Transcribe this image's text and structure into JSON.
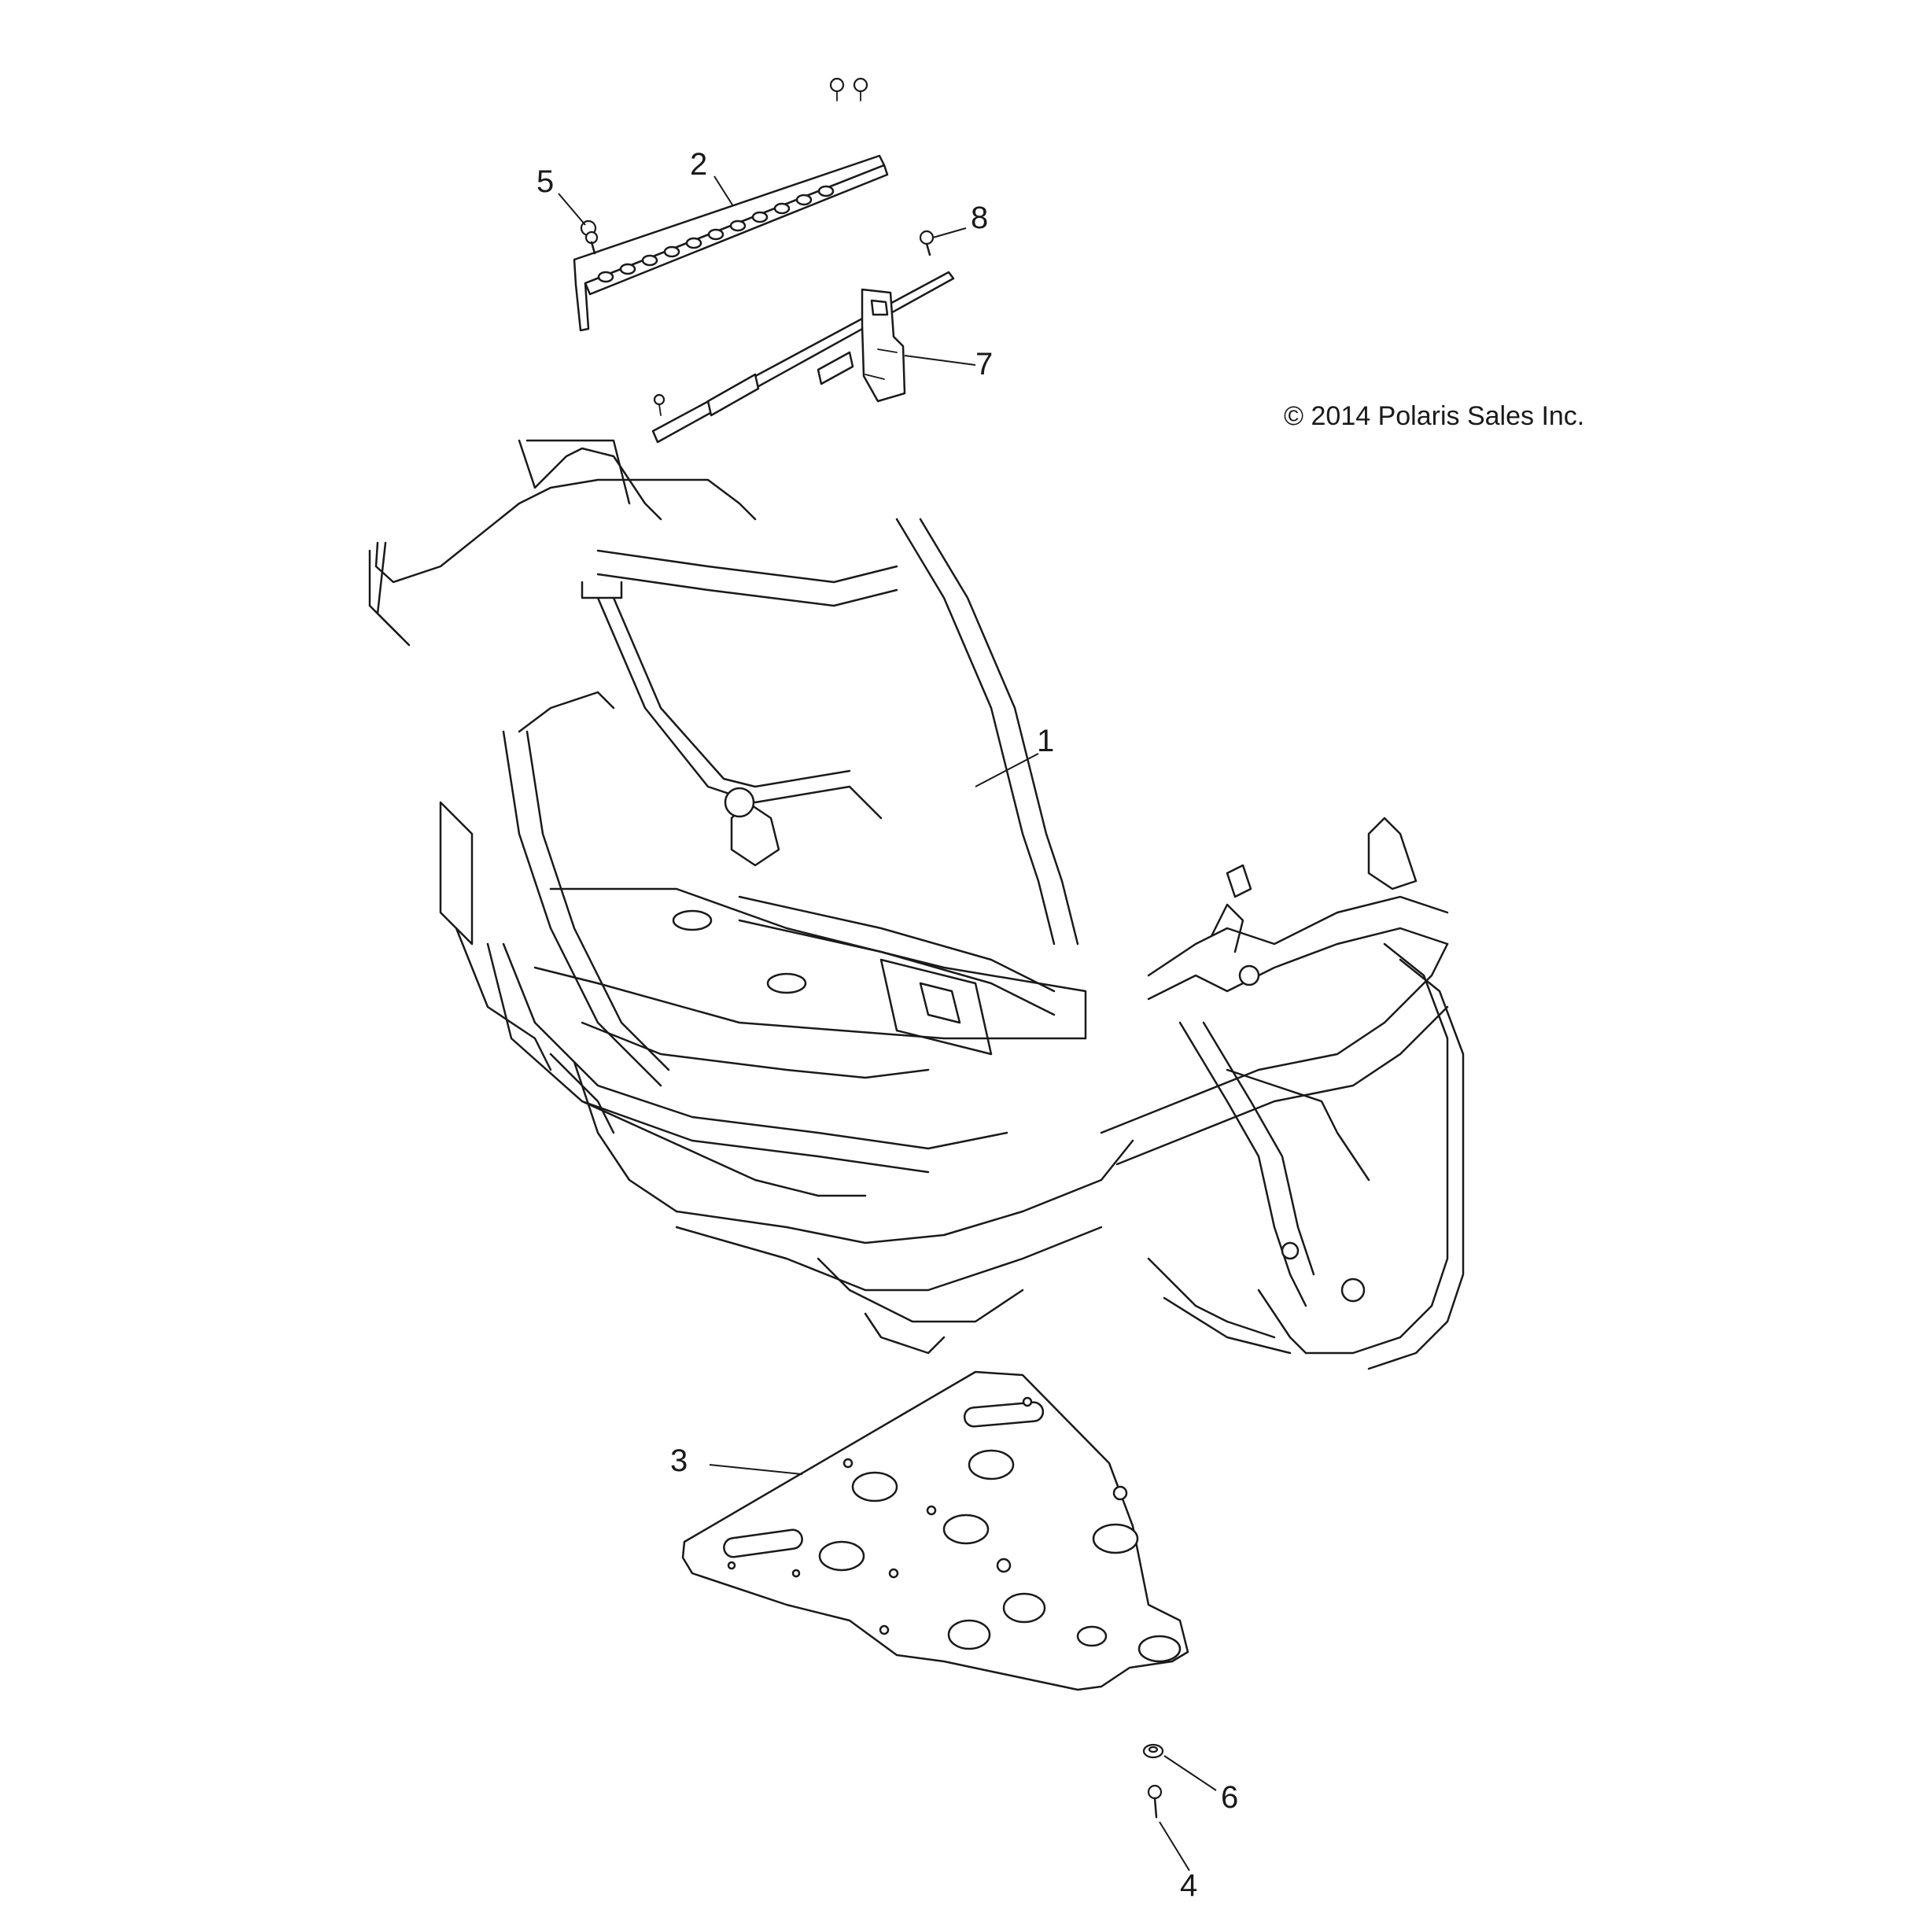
{
  "diagram": {
    "copyright": "© 2014 Polaris Sales Inc.",
    "callouts": [
      {
        "id": "1",
        "label": "1"
      },
      {
        "id": "2",
        "label": "2"
      },
      {
        "id": "3",
        "label": "3"
      },
      {
        "id": "4",
        "label": "4"
      },
      {
        "id": "5",
        "label": "5"
      },
      {
        "id": "6",
        "label": "6"
      },
      {
        "id": "7",
        "label": "7"
      },
      {
        "id": "8",
        "label": "8"
      }
    ]
  }
}
